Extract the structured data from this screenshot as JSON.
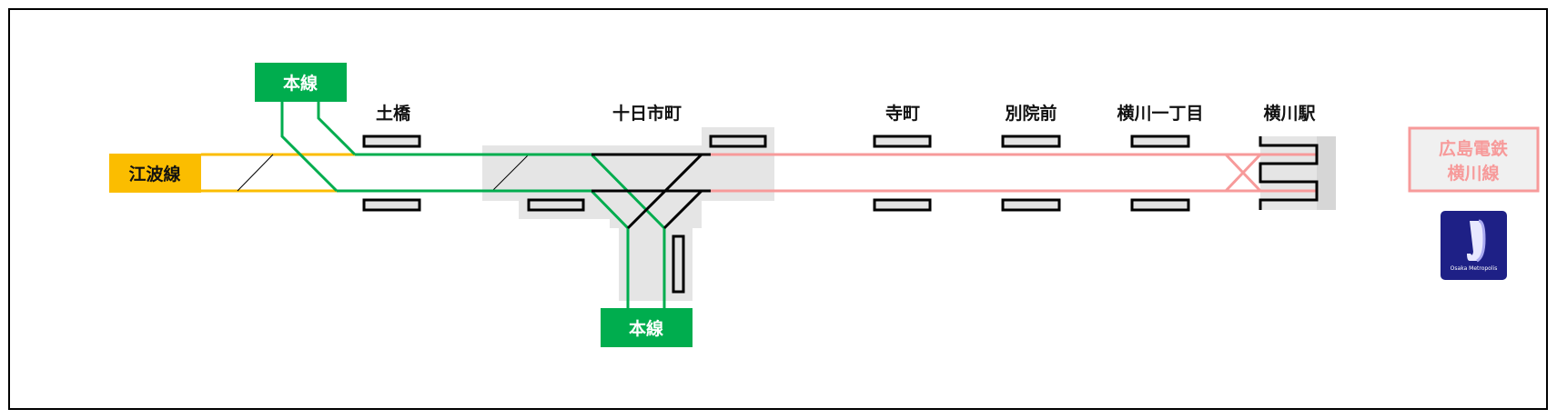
{
  "lines": {
    "ebasen": {
      "label": "江波線",
      "color": "#fbbd00"
    },
    "honsen_top": {
      "label": "本線",
      "color": "#00ad4e"
    },
    "honsen_bottom": {
      "label": "本線",
      "color": "#00ad4e"
    },
    "yokogawa": {
      "label_line1": "広島電鉄",
      "label_line2": "横川線",
      "color": "#f79a9a"
    }
  },
  "stations": [
    {
      "name": "土橋"
    },
    {
      "name": "十日市町"
    },
    {
      "name": "寺町"
    },
    {
      "name": "別院前"
    },
    {
      "name": "横川一丁目"
    },
    {
      "name": "横川駅"
    }
  ],
  "logo": {
    "text": "Osaka Metropolis",
    "color": "#1e2086"
  }
}
